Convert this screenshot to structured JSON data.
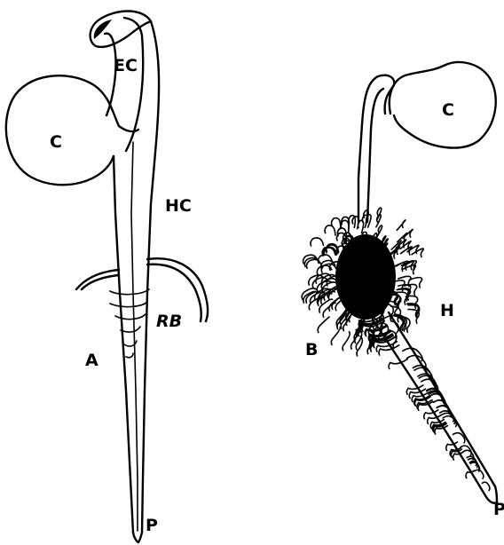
{
  "figure_a": {
    "panel_label": "A",
    "labels": {
      "cotyledon": "C",
      "epicotyl": "EC",
      "hypocotyl": "HC",
      "root_base": "RB",
      "root_tip": "P"
    }
  },
  "figure_b": {
    "panel_label": "B",
    "labels": {
      "cotyledon": "C",
      "root_hairs": "H",
      "root_tip": "P"
    }
  }
}
